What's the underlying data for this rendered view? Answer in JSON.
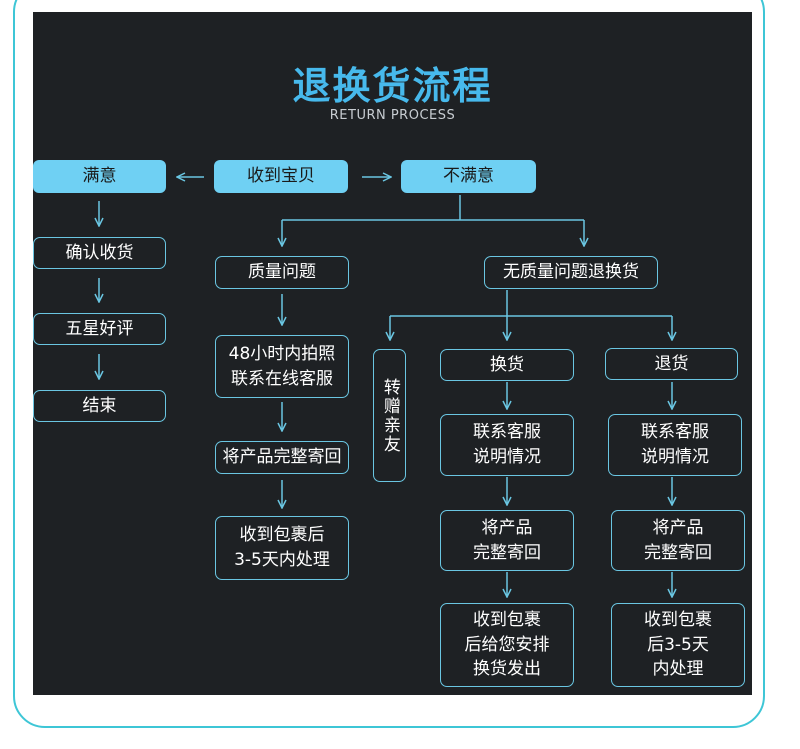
{
  "title": "退换货流程",
  "subtitle": "RETURN PROCESS",
  "colors": {
    "accent": "#6fd0f3",
    "line": "#6ac6e2",
    "panel": "#1e2124",
    "title": "#47b9ec",
    "frame": "#3ec6d6"
  },
  "nodes": {
    "satisfied": "满意",
    "receive_item": "收到宝贝",
    "unsatisfied": "不满意",
    "confirm_receipt": "确认收货",
    "five_star": "五星好评",
    "end": "结束",
    "quality_issue": "质量问题",
    "quality_photo": "48小时内拍照\n联系在线客服",
    "quality_ship_back": "将产品完整寄回",
    "quality_process": "收到包裹后\n3-5天内处理",
    "non_quality": "无质量问题退换货",
    "gift_to_friend": "转赠亲友",
    "exchange": "换货",
    "exchange_contact": "联系客服\n说明情况",
    "exchange_ship_back": "将产品\n完整寄回",
    "exchange_ship_out": "收到包裹\n后给您安排\n换货发出",
    "refund": "退货",
    "refund_contact": "联系客服\n说明情况",
    "refund_ship_back": "将产品\n完整寄回",
    "refund_process": "收到包裹\n后3-5天\n内处理"
  }
}
